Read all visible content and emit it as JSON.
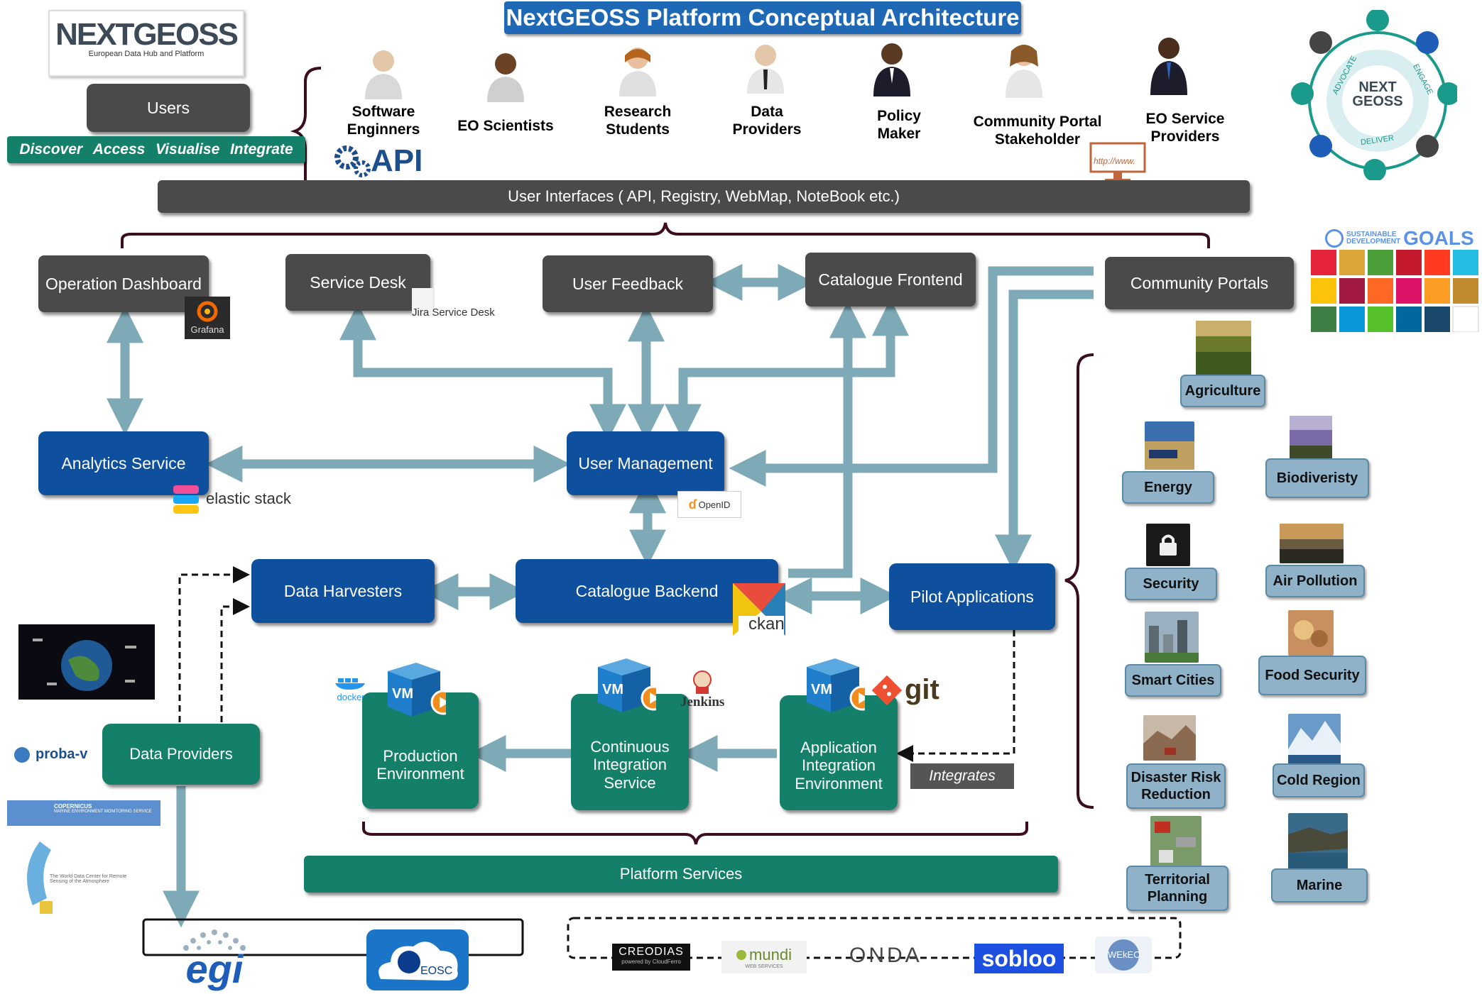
{
  "title": "NextGEOSS Platform Conceptual Architecture",
  "logo": {
    "name": "NEXTGEOSS",
    "subtitle": "European Data Hub and Platform"
  },
  "users_box": "Users",
  "user_actions": [
    "Discover",
    "Access",
    "Visualise",
    "Integrate"
  ],
  "user_types": [
    "Software Enginners",
    "EO Scientists",
    "Research Students",
    "Data Providers",
    "Policy Maker",
    "Community Portal Stakeholder",
    "EO Service Providers"
  ],
  "api_label": "API",
  "http_label": "http://www.",
  "user_interfaces": "User Interfaces ( API, Registry, WebMap, NoteBook etc.)",
  "components": {
    "operation_dashboard": "Operation Dashboard",
    "service_desk": "Service Desk",
    "user_feedback": "User Feedback",
    "catalogue_frontend": "Catalogue Frontend",
    "community_portals": "Community Portals",
    "analytics_service": "Analytics Service",
    "user_management": "User Management",
    "data_harvesters": "Data Harvesters",
    "catalogue_backend": "Catalogue Backend",
    "pilot_applications": "Pilot Applications",
    "data_providers": "Data Providers",
    "production_environment": "Production Environment",
    "continuous_integration_service": "Continuous Integration Service",
    "application_integration_environment": "Application Integration Environment",
    "integrates": "Integrates",
    "platform_services": "Platform Services"
  },
  "tool_logos": {
    "grafana": "Grafana",
    "jira": "Jira Service Desk",
    "elastic": "elastic stack",
    "openid": "OpenID",
    "ckan": "ckan",
    "docker": "docker",
    "vm": "VM",
    "jenkins": "Jenkins",
    "git": "git"
  },
  "themes": [
    "Agriculture",
    "Energy",
    "Biodiveristy",
    "Security",
    "Air Pollution",
    "Smart Cities",
    "Food Security",
    "Disaster Risk Reduction",
    "Cold Region",
    "Territorial Planning",
    "Marine"
  ],
  "sdg_label": {
    "line1": "SUSTAINABLE",
    "line2": "DEVELOPMENT",
    "goals": "GOALS"
  },
  "cycle": {
    "center_line1": "NEXT",
    "center_line2": "GEOSS",
    "advocate": "ADVOCATE",
    "engage": "ENGAGE",
    "deliver": "DELIVER"
  },
  "providers": {
    "probav": "proba-v",
    "copernicus_title": "COPERNICUS",
    "copernicus_sub": "MARINE ENVIRONMENT MONITORING SERVICE",
    "wdc": "The World Data Center for Remote Sensing of the Atmosphere"
  },
  "infrastructure": [
    "egi",
    "EOSC"
  ],
  "dias": [
    "CREODIAS",
    "mundi",
    "ONDA",
    "sobloo",
    "WEkEO"
  ],
  "dias_sub": {
    "creodias": "powered by CloudFerro",
    "mundi": "WEB SERVICES"
  },
  "colors": {
    "dark": "#4a4a4a",
    "blue": "#0e4f9e",
    "green": "#14806a",
    "arrow": "#7ea9b6",
    "theme": "#8fb2c8",
    "title_bg": "#1f68b5"
  }
}
